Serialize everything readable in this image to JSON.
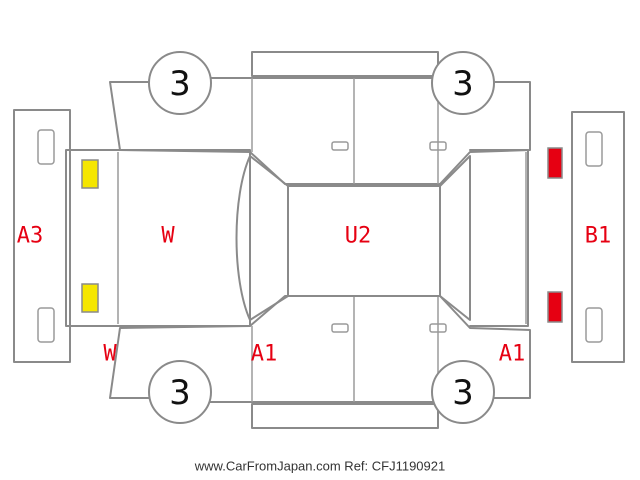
{
  "colors": {
    "outline": "#8a8a8a",
    "damage_code": "#e60012",
    "lamp_front": "#f5e600",
    "lamp_rear": "#e60012"
  },
  "wheels": {
    "front_left": "3",
    "rear_left": "3",
    "front_right": "3",
    "rear_right": "3"
  },
  "codes": {
    "front_bumper": "A3",
    "hood": "W",
    "roof": "U2",
    "rear_bumper": "B1",
    "front_fender_right": "W",
    "right_step": "A1",
    "rear_fender_right": "A1"
  },
  "footer": "www.CarFromJapan.com Ref: CFJ1190921"
}
